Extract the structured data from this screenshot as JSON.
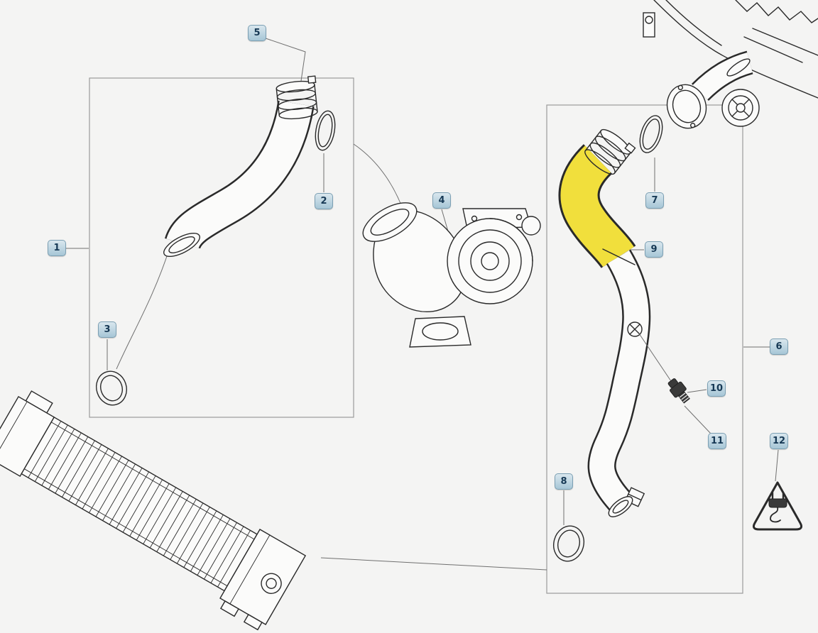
{
  "diagram": {
    "type": "parts-diagram",
    "colors": {
      "background": "#f4f4f3",
      "line": "#2a2a2a",
      "highlight": "#f1df3c",
      "leader": "#6f6f6f",
      "box-border": "#9a9a9a",
      "callout-bg-top": "#d9e7ee",
      "callout-bg-bottom": "#a6c6d6",
      "callout-border": "#7b9fb3",
      "callout-text": "#173955"
    },
    "callouts": [
      {
        "label": "1"
      },
      {
        "label": "2"
      },
      {
        "label": "3"
      },
      {
        "label": "4"
      },
      {
        "label": "5"
      },
      {
        "label": "6"
      },
      {
        "label": "7"
      },
      {
        "label": "8"
      },
      {
        "label": "9"
      },
      {
        "label": "10"
      },
      {
        "label": "11"
      },
      {
        "label": "12"
      }
    ]
  }
}
